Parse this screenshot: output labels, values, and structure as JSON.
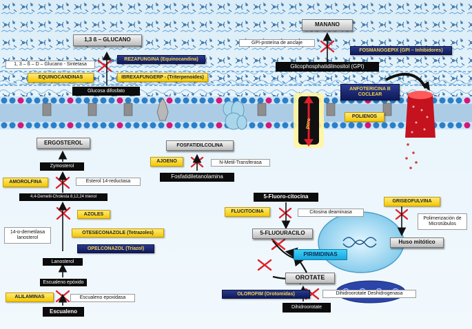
{
  "colors": {
    "membrane_blue": "#2a7fc9",
    "head_pink": "#d0197a",
    "yellow_label": "#f2c800",
    "navy_label": "#13205f",
    "inhibit_red": "#e0202a"
  },
  "cell_wall": {
    "glucan": "1,3 ß – GLUCANO",
    "mannan": "MANANO",
    "glucan_synthase": "1, 3 – ß – D – Glucano - Sintetasa",
    "equinocandinas": "EQUINOCANDINAS",
    "rezafungina": "REZAFUNGINA (Equinocandina)",
    "ibrexafungerp": "IBREXAFUNGERP - (Triterpenoides)",
    "glucose_diphosphate": "Glucosa difosfato",
    "gpi_anchor_protein": "GPI-proteína de anclaje",
    "fosmanogepix": "FOSMANOGEPIX (GPI – Inhibidores)",
    "gpi": "Glicophosphatidilinositol (GPI)"
  },
  "membrane": {
    "amphotericin": "ANFOTERICINA B COCLEAR",
    "polienos": "POLIENOS",
    "pore": "poro"
  },
  "ergosterol_path": {
    "ergosterol": "ERGOSTEROL",
    "zymosterol": "Zymosterol",
    "amorolfina": "AMOROLFINA",
    "esterol_reductase": "Esterol 14-reductasa",
    "dimethyl_cholesta": "4,4-Demetil-Cholesta 8,12,24 trienol",
    "demethylase": "14-α-demetilasa lanosterol",
    "azoles": "AZOLES",
    "oteseconazole": "OTESECONAZOLE (Tetrazoles)",
    "opelconazol": "OPELCONAZOL (Triazol)",
    "lanosterol": "Lanosterol",
    "escualeno_epoxido": "Escualeno epóxido",
    "alilaminas": "ALILAMINAS",
    "escualeno_epoxidasa": "Escualeno epoxidasa",
    "escualeno": "Escualeno"
  },
  "phospholipid_path": {
    "fosfatidilcolina": "FOSFATIDILCOLINA",
    "ajoeno": "AJOENO",
    "metil_transferasa": "N-Metil-Transferasa",
    "fosfatidiletanolamina": "Fosfatidiletanolamina"
  },
  "nucleus_path": {
    "fluorocitocina": "5-Fluoro-citocina",
    "flucitocina": "FLUCITOCINA",
    "citosina_deaminasa": "Citosina deaminasa",
    "fluouracilo": "5-FLUOURACILO",
    "pirimidinas": "PIRIMIDINAS",
    "orotate": "OROTATE",
    "olorofim": "OLOROFIM (Orotomidas)",
    "dhodh": "Dihidroorotate Deshidrogenasa",
    "dihidroorotate": "Dihidroorotate"
  },
  "mitosis": {
    "griseofulvina": "GRISEOFULVINA",
    "polimerizacion": "Polimerización de Microtúbulos",
    "huso": "Huso mitótico"
  }
}
